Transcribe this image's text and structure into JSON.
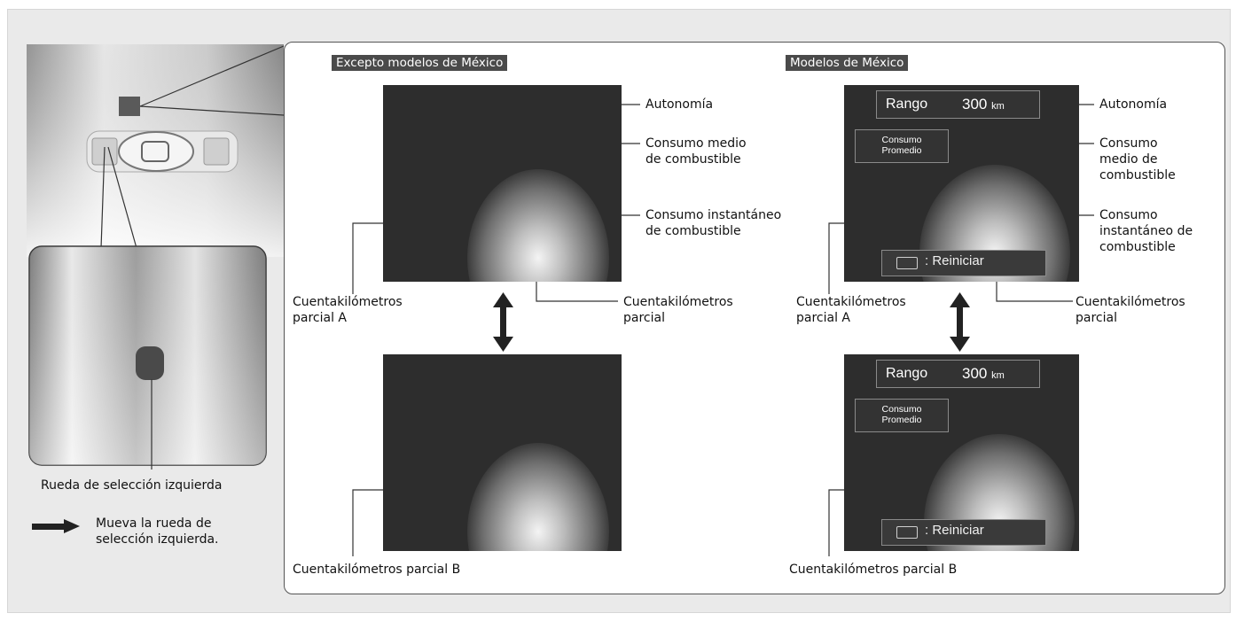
{
  "left_area": {
    "wheel_caption": "Rueda de selección izquierda",
    "arrow_note_line1": "Mueva la rueda de",
    "arrow_note_line2": "selección izquierda."
  },
  "except_mexico": {
    "header": "Excepto modelos de México",
    "autonomy": "Autonomía",
    "avg_line1": "Consumo medio",
    "avg_line2": "de combustible",
    "inst_line1": "Consumo instantáneo",
    "inst_line2": "de combustible",
    "tripA_line1": "Cuentakilómetros",
    "tripA_line2": "parcial A",
    "trip_line1": "Cuentakilómetros",
    "trip_line2": "parcial",
    "tripB": "Cuentakilómetros parcial B"
  },
  "mexico": {
    "header": "Modelos de México",
    "range_label": "Rango",
    "range_value": "300",
    "range_unit": "km",
    "avg_chip_line1": "Consumo",
    "avg_chip_line2": "Promedio",
    "reset_label": ": Reiniciar",
    "autonomy": "Autonomía",
    "avg_line1": "Consumo",
    "avg_line2": "medio de",
    "avg_line3": "combustible",
    "inst_line1": "Consumo",
    "inst_line2": "instantáneo de",
    "inst_line3": "combustible",
    "tripA_line1": "Cuentakilómetros",
    "tripA_line2": "parcial A",
    "trip_line1": "Cuentakilómetros",
    "trip_line2": "parcial",
    "tripB": "Cuentakilómetros parcial B"
  },
  "colors": {
    "screen": "#2d2d2d",
    "header_bg": "#4a4a4a",
    "panel_border": "#555555",
    "leader": "#333333"
  },
  "icons": [
    "selector-wheel-icon",
    "steering-wheel-icon",
    "double-arrow-icon",
    "right-arrow-icon",
    "reset-button-icon"
  ]
}
